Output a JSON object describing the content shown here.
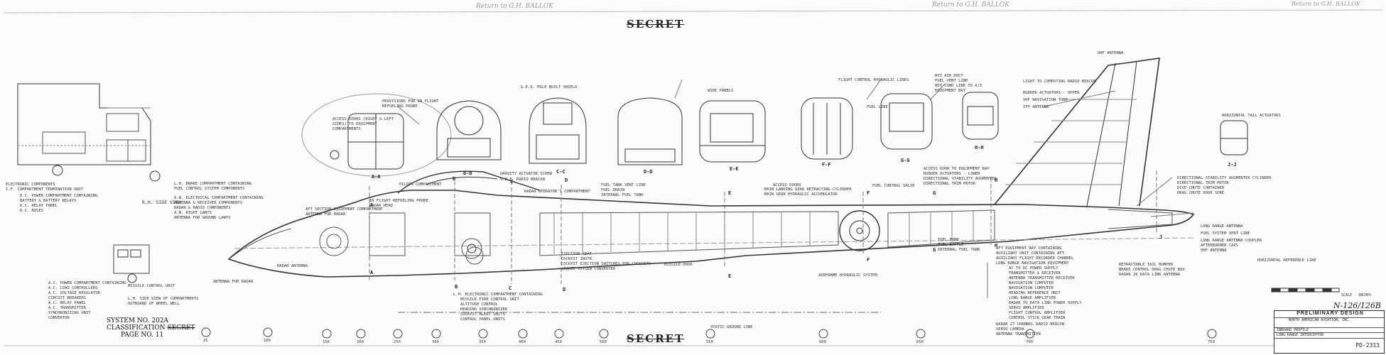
{
  "document": {
    "security_top": "SECRET",
    "security_bottom": "SECRET",
    "handwriting_left": "Return to G.H. BALLOK",
    "handwriting_mid": "Return to G.H. BALLOK",
    "handwriting_right": "Return to G.H. BALLOK"
  },
  "system_block": {
    "line1": "SYSTEM NO. 202A",
    "line2_prefix": "CLASSIFICATION",
    "line2_struck": "SECRET",
    "line3": "PAGE NO. 11"
  },
  "title_block": {
    "drawing_number": "N-126/126B",
    "preliminary": "PRELIMINARY DESIGN",
    "company": "NORTH AMERICAN AVIATION, INC.",
    "title1": "INBOARD PROFILE",
    "title2": "LONG RANGE INTERCEPTOR",
    "pd_number": "PD-2313"
  },
  "scale_label": "SCALE - INCHES",
  "section_labels": [
    "A-A",
    "B-B",
    "C-C",
    "D-D",
    "E-E",
    "F-F",
    "G-G",
    "H-H",
    "J-J"
  ],
  "plane_letters": [
    "A",
    "A",
    "B",
    "C",
    "D",
    "E",
    "E",
    "F",
    "G",
    "H",
    "H",
    "B",
    "C",
    "D",
    "F",
    "G",
    "J"
  ],
  "callouts": {
    "left_view": [
      "ELECTRONIC COMPONENTS",
      "I.F. COMPARTMENT TERMINATION UNIT",
      "D.C. POWER COMPARTMENT CONTAINING",
      "BATTERY & BATTERY RELAYS",
      "D.C. RELAY PANEL",
      "D.C. BUSES",
      "R.H. SIDE VIEW",
      "L.H. BRAKE COMPARTMENT CONTAINING",
      "FUEL CONTROL SYSTEM COMPONENTS",
      "A.N. ELECTRICAL COMPARTMENT CONTAINING",
      "ANTENNA & RECEIVER COMPONENTS",
      "RADAR & RADIO COMPONENTS",
      "A.N. RIGHT LANTS",
      "ANTENNA FOR GROUND LANTS"
    ],
    "nose_lower": [
      "A.C. POWER COMPARTMENT CONTAINING",
      "A.C. LOAD CONTROLLERS",
      "A.C. VOLTAGE REGULATOR",
      "CIRCUIT BREAKERS",
      "A.C. RELAY PANEL",
      "A.C. TRANSMITTER",
      "SYNCHRONIZING UNIT",
      "CONVERTOR",
      "MISSILE CONTROL UNIT",
      "L.H. SIDE VIEW OF COMPARTMENTS",
      "OUTBOARD OF WHEEL WELL",
      "ANTENNA FOR RADAR",
      "RADAR ANTENNA"
    ],
    "section_tops": [
      "ACCESS DOORS (RIGHT & LEFT SIDES) TO EQUIPMENT COMPARTMENTS",
      "PROVISIONS FOR IN FLIGHT REFUELING PROBE",
      "G.E.Q. MILE BUILT SHIELD",
      "WIDE PANELS",
      "FLIGHT CONTROL HYDRAULIC LINES",
      "HOT AIR DUCT",
      "FUEL VENT LINE",
      "HOT COND LINE TO A/I",
      "EQUIPMENT BAY",
      "FUEL LINE",
      "UHF ANTENNA",
      "LIGHT TO COMPUTING RADIO BEACON",
      "RUDDER ACTUATORS - UPPER",
      "VHF NAVIGATION TUBE",
      "IFF ANTENNA",
      "HORIZONTAL TAIL ACTUATORS"
    ],
    "fuselage_upper": [
      "PILOTS COMPARTMENT",
      "GRAVITY ACTUATOR SCREW",
      "RADAR OPERATOR'S COMPARTMENT",
      "V.H.F. RADIO BEACON",
      "FUEL TANK VENT LINE",
      "FUEL DRAIN",
      "INTERNAL FUEL TANK",
      "ACCESS DOORS",
      "MAIN LANDING GEAR RETRACTING CYLINDER",
      "MAIN GEAR HYDRAULIC ACCUMULATOR",
      "FUEL CONTROL VALVE",
      "ACCESS DOOR TO EQUIPMENT BAY",
      "RUDDER ACTUATORS - LOWER",
      "DIRECTIONAL STABILITY AUGMENTER",
      "DIRECTIONAL TRIM MOTOR",
      "DIRECTIONAL STABILITY AUGMENTER CYLINDER",
      "DIRECTIONAL TRIM MOTOR",
      "DIVE CHUTE CONTAINER",
      "DRAG CHUTE DOOR SURE",
      "LONG RANGE ANTENNA",
      "FUEL SYSTEM VENT LINE",
      "LONG RANGE ANTENNA COUPLER",
      "AFTERBURNER CAPS",
      "VHF ANTENNA",
      "HORIZONTAL REFERENCE LINE"
    ],
    "fuselage_lower": [
      "IN FLIGHT REFUELING PROBE",
      "RADAR HEAD",
      "AFT SECTION EQUIPMENT COMPARTMENT",
      "ANTENNA FOR RADAR",
      "L.H. ELECTRONIC COMPARTMENT CONTAINING",
      "MISSILE FIRE CONTROL UNIT",
      "ALTITUDE CONTROL",
      "HEADING SYNCHRONIZER",
      "COCKPIT ALERT UNITS",
      "CONTROL PANEL UNITS",
      "EJECTION SEAT",
      "COCKPIT INSTR.",
      "COCKPIT EJECTION SWITCHES FOR COCKPITS",
      "LIQUID OXYGEN CONVERTER",
      "MISSILE DOOR",
      "STATIC GROUND LINE",
      "AIRFRAME HYDRAULIC SYSTEM",
      "FUEL PUMP",
      "FUEL BAFFLE",
      "INTERNAL FUEL TANK",
      "AFT EQUIPMENT BAY CONTAINING",
      "AUXILIARY UNIT CONTAINING AFT",
      "AUXILIARY FLIGHT RECORDER CHANNEL",
      "LONG RANGE NAVIGATION EQUIPMENT",
      "AC TO DC POWER SUPPLY",
      "TRANSMITTER & RECEIVER",
      "ANTENNA TRANSMITTER RECEIVER",
      "NAVIGATION COMPUTER",
      "NAVIGATION COMPUTER",
      "HEADING REFERENCE UNIT",
      "LONG RANGE AMPLIFIER",
      "RADAR TO DATA LINK POWER SUPPLY",
      "SERVO AMPLIFIER",
      "FLIGHT CONTROL AMPLIFIER",
      "CONTROL STICK GEAR TRAIN",
      "RADAR 27 CHANNEL RADIO BEACON",
      "SERVO CAMERA",
      "ANTENNA TRANSMITTER",
      "RETRACTABLE TAIL BUMPER",
      "BRAKE CONTROL DRAG CHUTE BOX",
      "RADAR 28 DATA LINK ANTENNA"
    ]
  },
  "station_marks": [
    "25",
    "100",
    "150",
    "200",
    "250",
    "300",
    "350",
    "400",
    "450",
    "500",
    "550",
    "600",
    "650",
    "700",
    "750"
  ]
}
